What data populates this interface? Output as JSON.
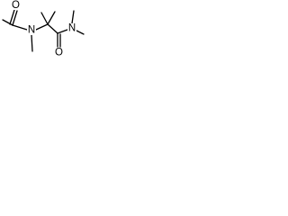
{
  "molecule": {
    "atoms": {
      "nitrogen_amide_left": "N",
      "oxygen_acetyl": "O",
      "nitrogen_dimethylamide": "N",
      "oxygen_amide_right": "O"
    },
    "ink_color": "#000000",
    "background_color": "#ffffff"
  }
}
